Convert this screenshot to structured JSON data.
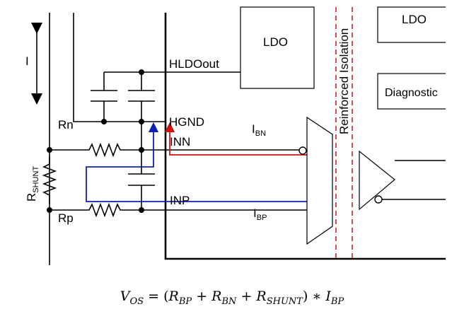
{
  "labels": {
    "ldo_left": "LDO",
    "ldo_right": "LDO",
    "hldo_out": "HLDOout",
    "hgnd": "HGND",
    "inn": "INN",
    "inp": "INP",
    "rn": "Rn",
    "rp": "Rp",
    "current_arrow": "I",
    "ibn_main": "I",
    "ibn_sub": "BN",
    "ibp_main": "I",
    "ibp_sub": "BP",
    "rshunt_main": "R",
    "rshunt_sub": "SHUNT",
    "isolation": "Reinforced Isolation",
    "diagnostic": "Diagnostic"
  },
  "equation": {
    "lhs_main": "V",
    "lhs_sub": "OS",
    "eq_open": " = (",
    "r1_main": "R",
    "r1_sub": "BP",
    "plus1": " + ",
    "r2_main": "R",
    "r2_sub": "BN",
    "plus2": " + ",
    "r3_main": "R",
    "r3_sub": "SHUNT",
    "close_mul": ") ∗ ",
    "i_main": "I",
    "i_sub": "BP"
  },
  "colors": {
    "inn_path": "#d01010",
    "inp_path": "#1020b0",
    "isolation_barrier": "#d02020"
  }
}
